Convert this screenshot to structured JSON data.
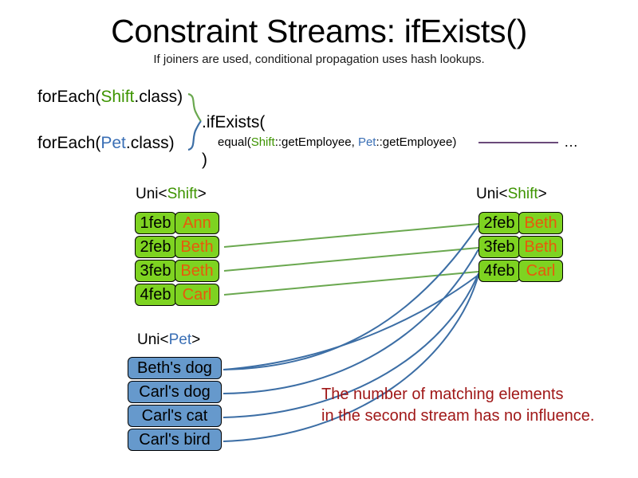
{
  "slide": {
    "title": "Constraint Streams: ifExists()",
    "subtitle": "If joiners are used, conditional propagation uses hash lookups.",
    "background": "#ffffff"
  },
  "colors": {
    "shift_green": "#3d9400",
    "pet_blue": "#3a6fb5",
    "box_green_fill": "#7ed321",
    "box_blue_fill": "#6699cc",
    "name_orange": "#e8590c",
    "note_red": "#a01818",
    "wire_green": "#6aa84f",
    "wire_blue": "#3c6ea5",
    "equal_underline_purple": "#6b4a7a"
  },
  "code": {
    "foreach_shift": {
      "prefix": "forEach(",
      "type": "Shift",
      "suffix": ".class)"
    },
    "foreach_pet": {
      "prefix": "forEach(",
      "type": "Pet",
      "suffix": ".class)"
    },
    "if_exists": ".ifExists(",
    "equal": {
      "prefix": "equal(",
      "left_type": "Shift",
      "left_method": "::getEmployee, ",
      "right_type": "Pet",
      "right_method": "::getEmployee)"
    },
    "closing_paren": ")",
    "ellipsis": "…"
  },
  "streams": {
    "shift_left": {
      "label_prefix": "Uni<",
      "label_type": "Shift",
      "label_suffix": ">",
      "rows": [
        {
          "date": "1feb",
          "name": "Ann"
        },
        {
          "date": "2feb",
          "name": "Beth"
        },
        {
          "date": "3feb",
          "name": "Beth"
        },
        {
          "date": "4feb",
          "name": "Carl"
        }
      ]
    },
    "shift_right": {
      "label_prefix": "Uni<",
      "label_type": "Shift",
      "label_suffix": ">",
      "rows": [
        {
          "date": "2feb",
          "name": "Beth"
        },
        {
          "date": "3feb",
          "name": "Beth"
        },
        {
          "date": "4feb",
          "name": "Carl"
        }
      ]
    },
    "pet": {
      "label_prefix": "Uni<",
      "label_type": "Pet",
      "label_suffix": ">",
      "rows": [
        {
          "text": "Beth's dog"
        },
        {
          "text": "Carl's dog"
        },
        {
          "text": "Carl's cat"
        },
        {
          "text": "Carl's bird"
        }
      ]
    }
  },
  "note": {
    "line1": "The number of matching elements",
    "line2": "in the second stream has no influence."
  }
}
